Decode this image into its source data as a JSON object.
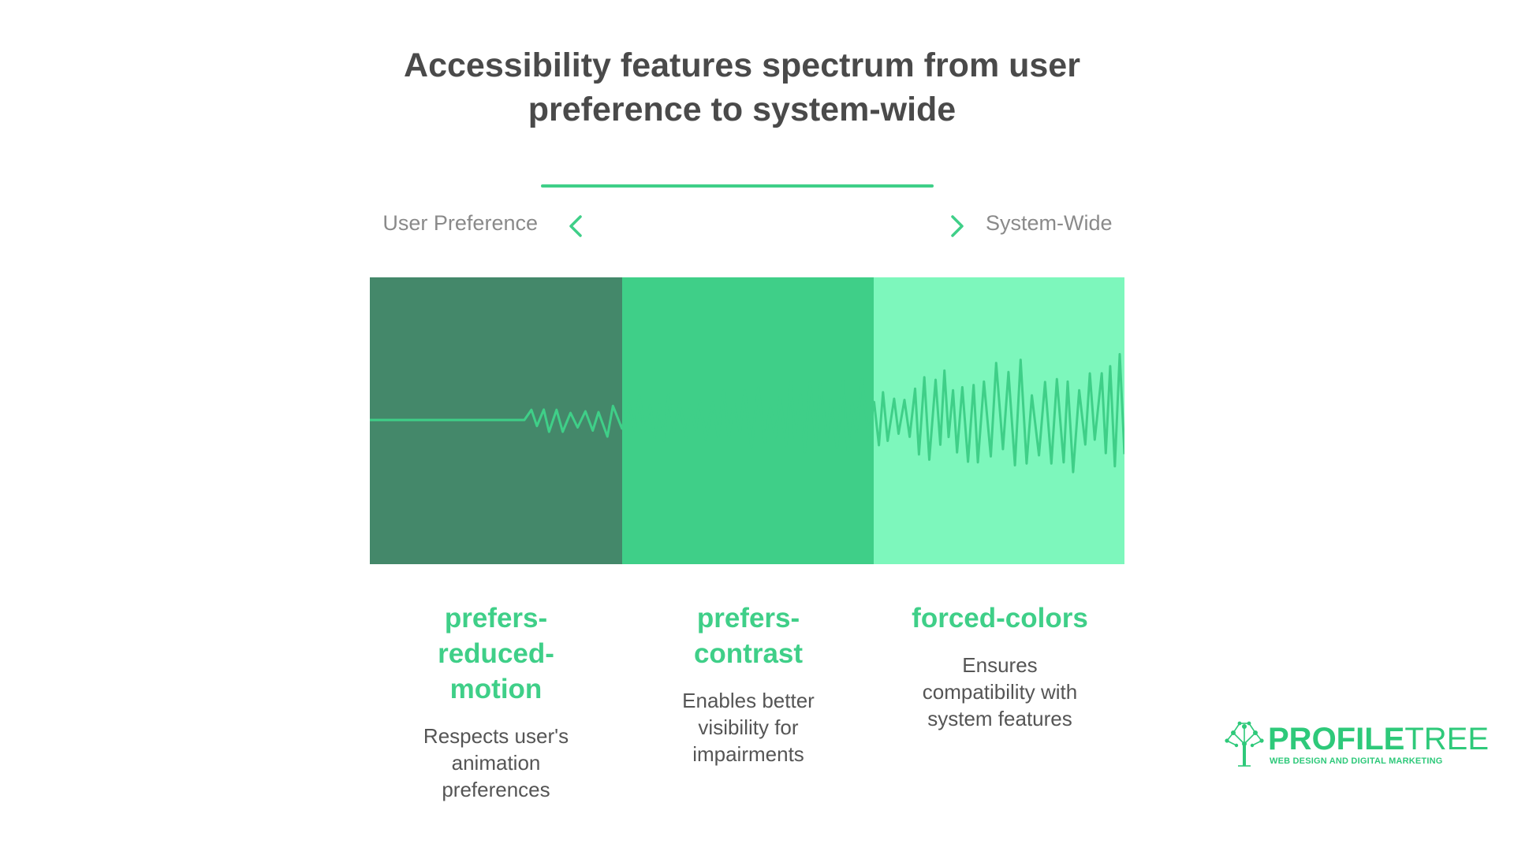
{
  "title": {
    "line1": "Accessibility features spectrum from user",
    "line2": "preference to system-wide"
  },
  "spectrum": {
    "left_label": "User Preference",
    "right_label": "System-Wide",
    "accent_color": "#3fcf88"
  },
  "bands": [
    {
      "color": "#44886a"
    },
    {
      "color": "#3fcf88"
    },
    {
      "color": "#7df7bc"
    }
  ],
  "features": [
    {
      "title_lines": [
        "prefers-",
        "reduced-",
        "motion"
      ],
      "desc_lines": [
        "Respects user's",
        "animation",
        "preferences"
      ]
    },
    {
      "title_lines": [
        "prefers-",
        "contrast"
      ],
      "desc_lines": [
        "Enables better",
        "visibility for",
        "impairments"
      ]
    },
    {
      "title_lines": [
        "forced-colors"
      ],
      "desc_lines": [
        "Ensures",
        "compatibility with",
        "system features"
      ]
    }
  ],
  "logo": {
    "name_bold": "PROFILE",
    "name_thin": "TREE",
    "tagline": "WEB DESIGN AND DIGITAL MARKETING",
    "icon": "tree-network-icon"
  },
  "icons": {
    "left": "chevron-left-icon",
    "right": "chevron-right-icon",
    "wave": "waveform-icon"
  }
}
